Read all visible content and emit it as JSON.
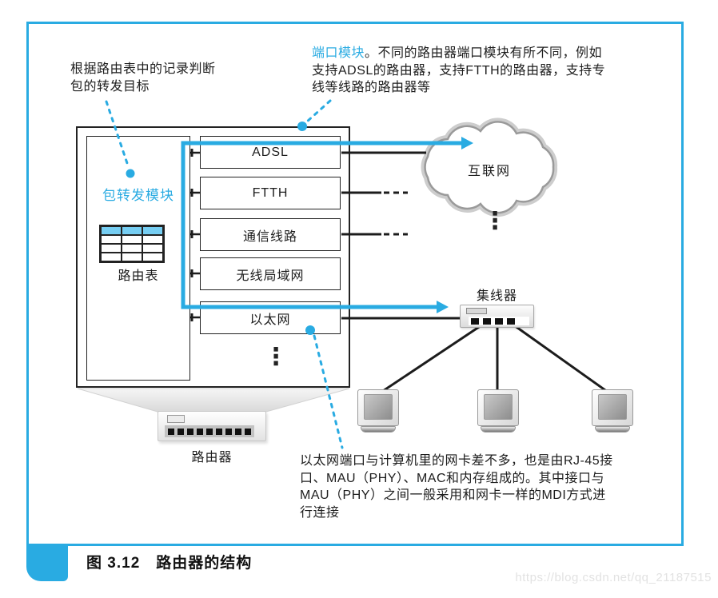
{
  "figure": {
    "caption": "图 3.12　路由器的结构",
    "watermark": "https://blog.csdn.net/qq_21187515"
  },
  "colors": {
    "accent": "#29ABE2",
    "table_header": "#76CEF3"
  },
  "annotations": {
    "routing_note": {
      "line1": "根据路由表中的记录判断",
      "line2": "包的转发目标"
    },
    "port_module_note": {
      "highlight": "端口模块",
      "line1_rest": "。不同的路由器端口模块有所不同，例如",
      "line2": "支持ADSL的路由器，支持FTTH的路由器，支持专",
      "line3": "线等线路的路由器等"
    },
    "ethernet_note": {
      "line1": "以太网端口与计算机里的网卡差不多，也是由RJ-45接",
      "line2": "口、MAU（PHY）、MAC和内存组成的。其中接口与",
      "line3": "MAU（PHY）之间一般采用和网卡一样的MDI方式进",
      "line4": "行连接"
    }
  },
  "router": {
    "forwarding_module_label": "包转发模块",
    "routing_table_label": "路由表",
    "ports": [
      "ADSL",
      "FTTH",
      "通信线路",
      "无线局域网",
      "以太网"
    ],
    "device_label": "路由器"
  },
  "network": {
    "internet_label": "互联网",
    "hub_label": "集线器"
  },
  "misc": {
    "vertical_ellipsis": "⋮"
  }
}
